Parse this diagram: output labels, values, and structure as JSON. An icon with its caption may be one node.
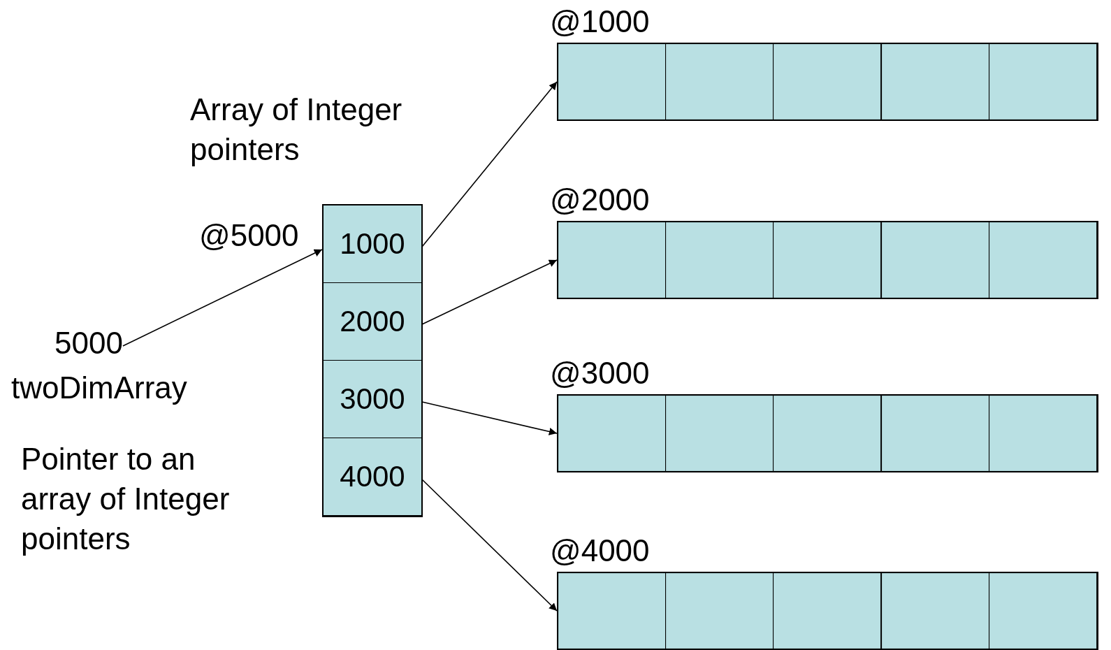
{
  "diagram": {
    "nodes": [
      {
        "text": [
          "5000"
        ],
        "beside": [
          "twoDimArray",
          "Pointer to an array of Integer pointers"
        ]
      },
      {
        "text": [
          "@5000"
        ],
        "beside": [
          "Array of Integer pointers"
        ]
      },
      {
        "text": [
          "1000"
        ],
        "in": 1
      },
      {
        "text": [
          "2000"
        ],
        "in": 1
      },
      {
        "text": [
          "3000"
        ],
        "in": 1
      },
      {
        "text": [
          "4000"
        ],
        "in": 1
      },
      {
        "text": [
          "@1000"
        ]
      },
      {
        "text": [],
        "shape": "box",
        "in": 6
      },
      {
        "text": [],
        "shape": "box",
        "in": 6
      },
      {
        "text": [],
        "shape": "box",
        "in": 6
      },
      {
        "text": [],
        "shape": "box",
        "in": 6
      },
      {
        "text": [],
        "shape": "box",
        "in": 6
      },
      {
        "text": [
          "@2000"
        ]
      },
      {
        "text": [],
        "shape": "box",
        "in": 12
      },
      {
        "text": [],
        "shape": "box",
        "in": 12
      },
      {
        "text": [],
        "shape": "box",
        "in": 12
      },
      {
        "text": [],
        "shape": "box",
        "in": 12
      },
      {
        "text": [],
        "shape": "box",
        "in": 12
      },
      {
        "text": [
          "@3000"
        ]
      },
      {
        "text": [],
        "shape": "box",
        "in": 18
      },
      {
        "text": [],
        "shape": "box",
        "in": 18
      },
      {
        "text": [],
        "shape": "box",
        "in": 18
      },
      {
        "text": [],
        "shape": "box",
        "in": 18
      },
      {
        "text": [],
        "shape": "box",
        "in": 18
      },
      {
        "text": [
          "@4000"
        ]
      },
      {
        "text": [],
        "shape": "box",
        "in": 24
      },
      {
        "text": [],
        "shape": "box",
        "in": 24
      },
      {
        "text": [],
        "shape": "box",
        "in": 24
      },
      {
        "text": [],
        "shape": "box",
        "in": 24
      },
      {
        "text": [],
        "shape": "box",
        "in": 24
      }
    ],
    "edges": [
      {
        "from": 0,
        "to": 1,
        "arrow": "to"
      },
      {
        "from": 2,
        "to": 6,
        "arrow": "to"
      },
      {
        "from": 3,
        "to": 12,
        "arrow": "to"
      },
      {
        "from": 4,
        "to": 18,
        "arrow": "to"
      },
      {
        "from": 5,
        "to": 24,
        "arrow": "to"
      }
    ]
  }
}
